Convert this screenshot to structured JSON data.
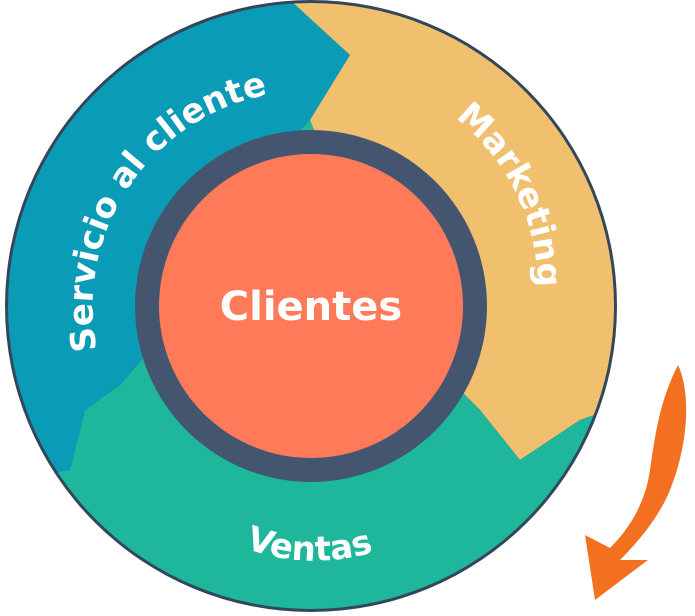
{
  "diagram": {
    "center_label": "Clientes",
    "segments": [
      {
        "id": "servicio",
        "label": "Servicio al cliente",
        "color": "#0A9BB7"
      },
      {
        "id": "marketing",
        "label": "Marketing",
        "color": "#F0C06F"
      },
      {
        "id": "ventas",
        "label": "Ventas",
        "color": "#1EB79B"
      }
    ],
    "colors": {
      "outer_ring": "#33475B",
      "inner_ring": "#44566F",
      "core": "#FF7A59",
      "arrow": "#F37021"
    }
  }
}
